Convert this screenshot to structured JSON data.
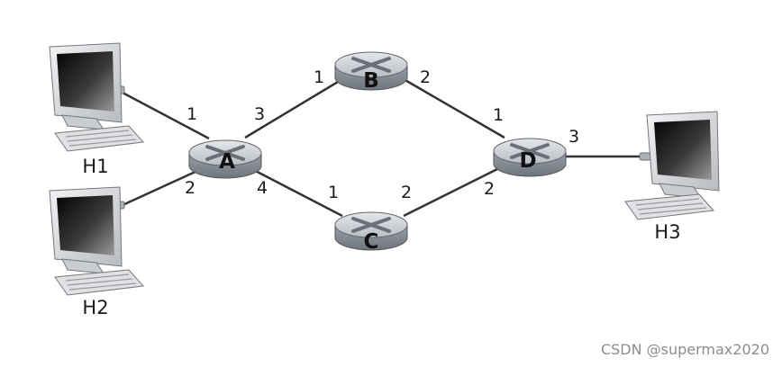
{
  "routers": [
    {
      "id": "A",
      "label": "A"
    },
    {
      "id": "B",
      "label": "B"
    },
    {
      "id": "C",
      "label": "C"
    },
    {
      "id": "D",
      "label": "D"
    }
  ],
  "hosts": [
    {
      "id": "H1",
      "label": "H1"
    },
    {
      "id": "H2",
      "label": "H2"
    },
    {
      "id": "H3",
      "label": "H3"
    }
  ],
  "links": [
    {
      "from": "H1",
      "to": "A",
      "port_a": "1"
    },
    {
      "from": "H2",
      "to": "A",
      "port_a": "2"
    },
    {
      "from": "A",
      "to": "B",
      "port_a": "3",
      "port_b": "1"
    },
    {
      "from": "A",
      "to": "C",
      "port_a": "4",
      "port_b": "1"
    },
    {
      "from": "B",
      "to": "D",
      "port_a": "2",
      "port_b": "1"
    },
    {
      "from": "C",
      "to": "D",
      "port_a": "2",
      "port_b": "2"
    },
    {
      "from": "D",
      "to": "H3",
      "port_a": "3"
    }
  ],
  "watermark": "CSDN @supermax2020",
  "colors": {
    "router_top": "#cfd3d8",
    "router_side": "#8e949c",
    "link": "#333333",
    "screen": "#1c1c1c",
    "monitor_frame": "#e2e4e7"
  }
}
